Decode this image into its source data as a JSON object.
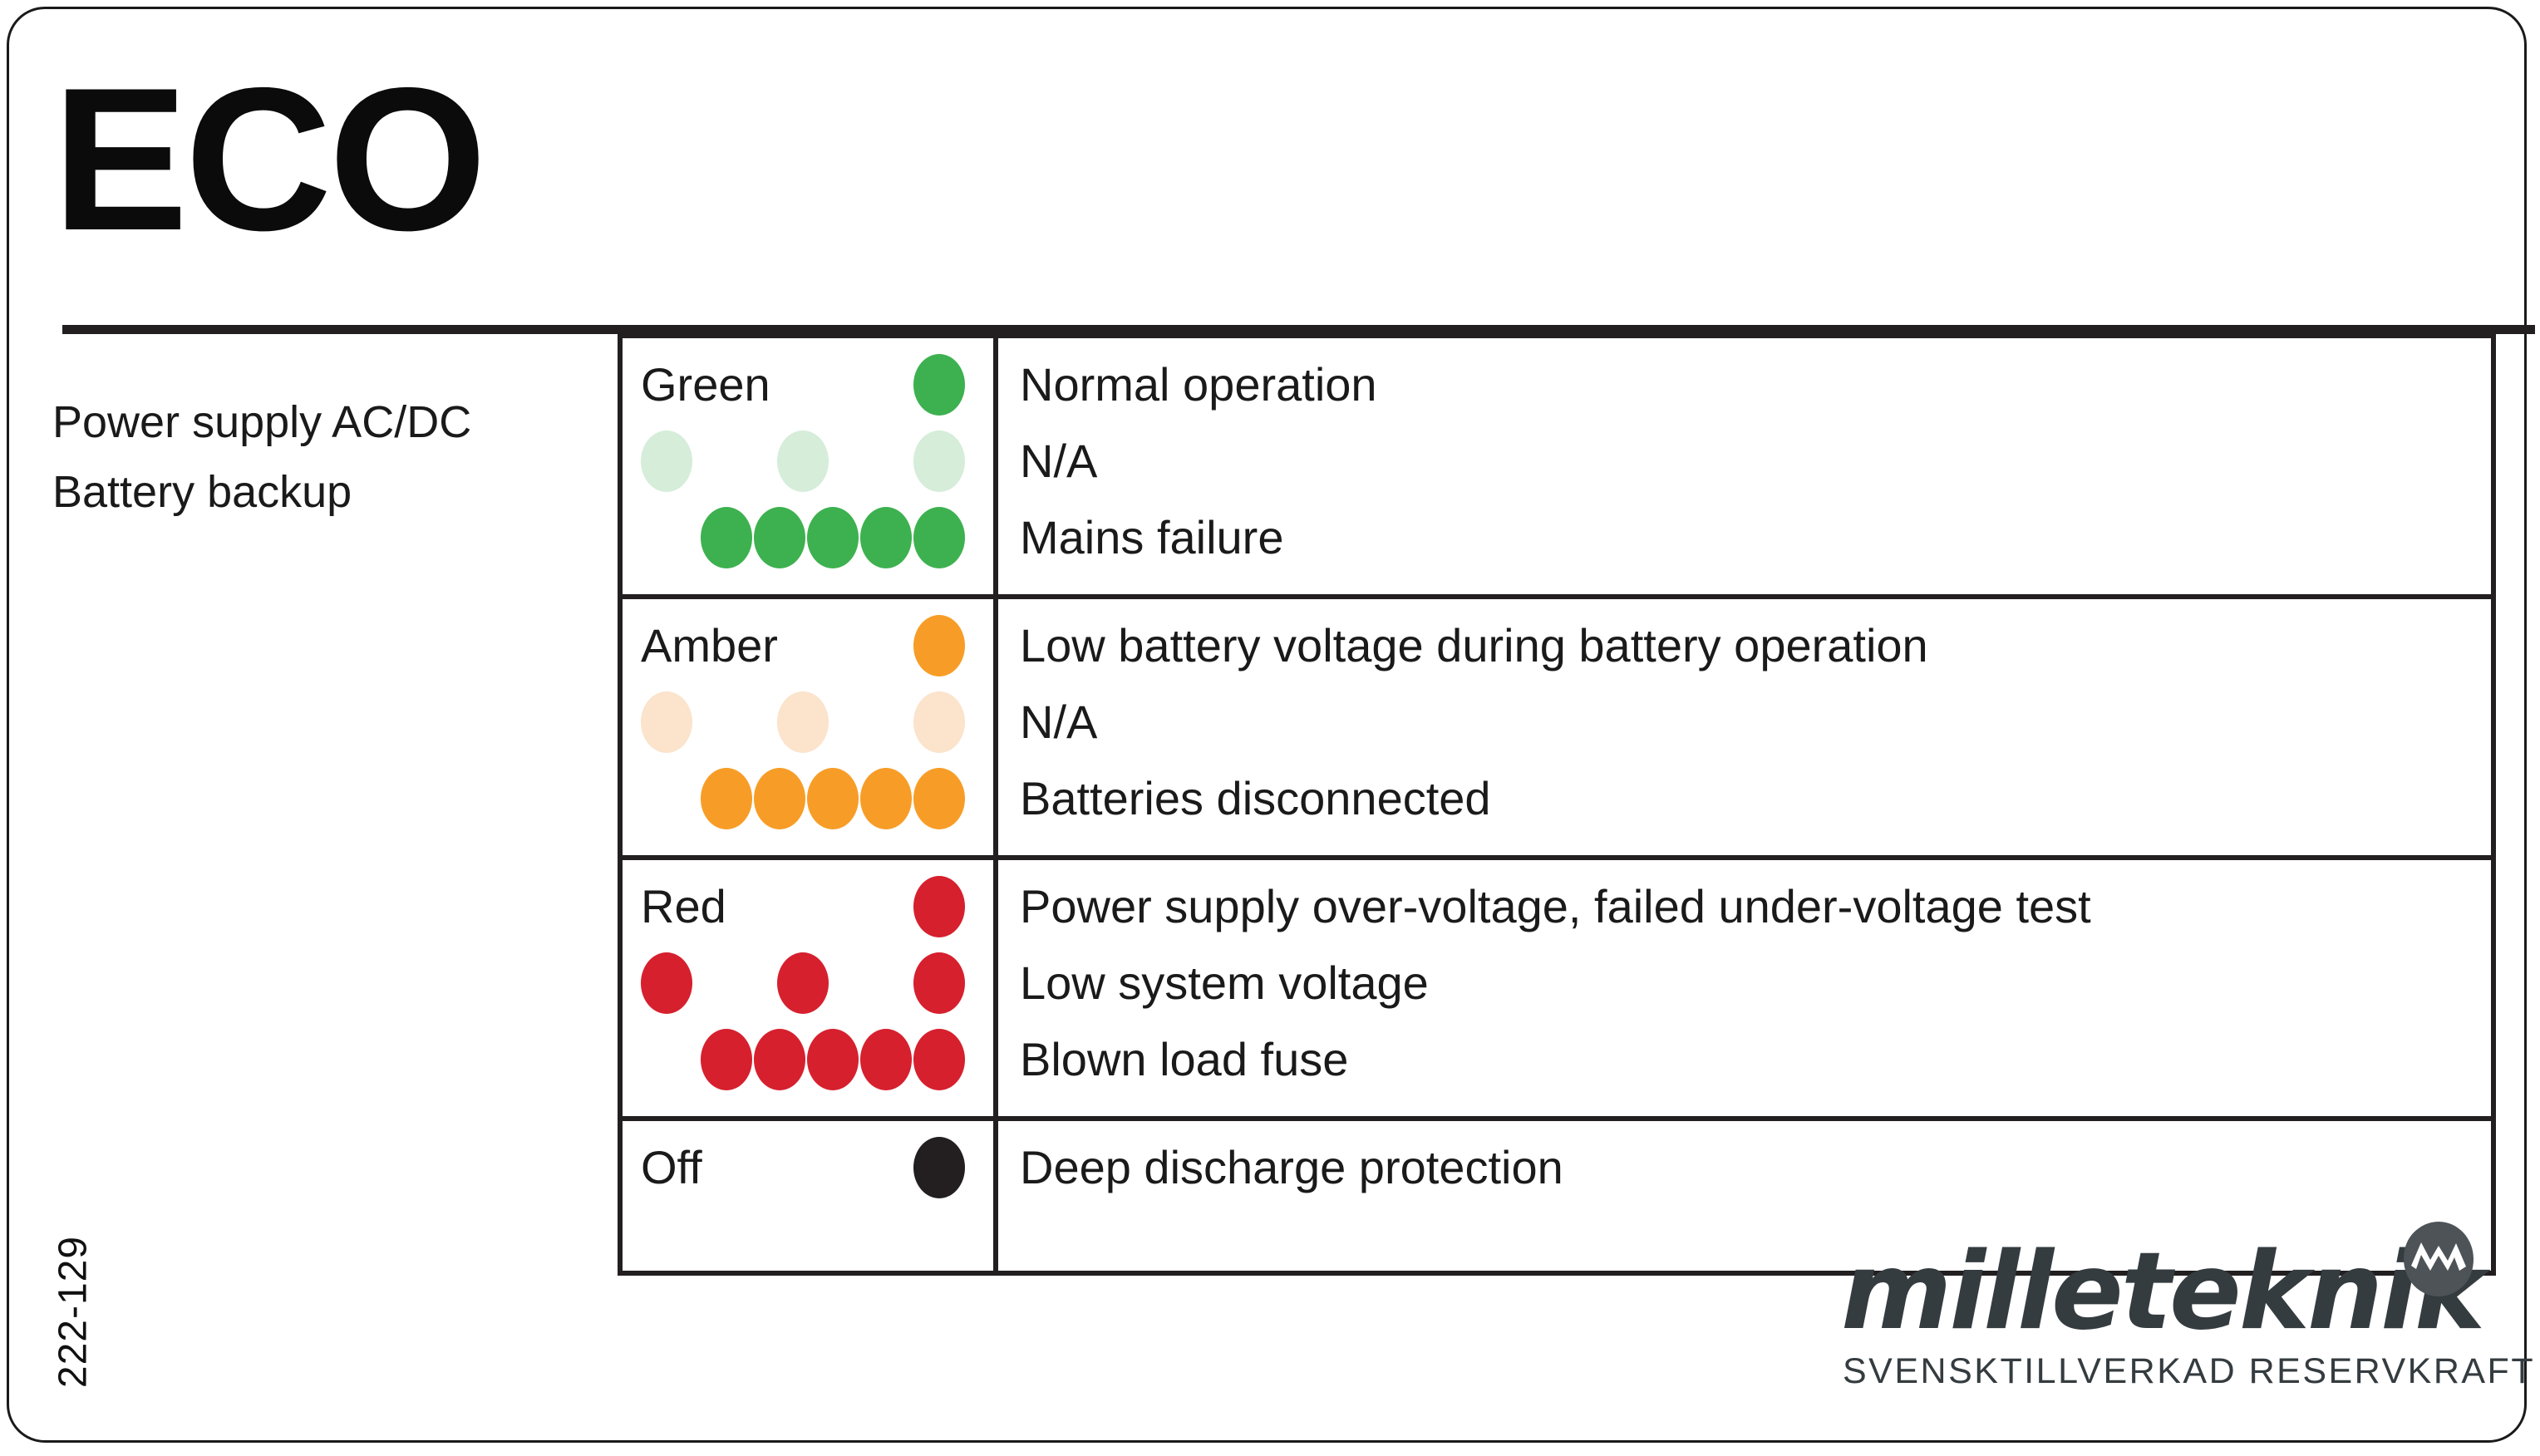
{
  "card": {
    "title": "ECO",
    "subtitle_lines": [
      "Power supply AC/DC",
      "Battery backup"
    ],
    "article_number": "222-129"
  },
  "colors": {
    "green": "#3DB14F",
    "green_pale": "#D5EDD9",
    "amber": "#F79D27",
    "amber_pale": "#FBE3CC",
    "red": "#D6202E",
    "black": "#231F20",
    "brand": "#353C40"
  },
  "status_table": {
    "groups": [
      {
        "color_name": "Green",
        "rows": [
          {
            "pattern": "single",
            "description": "Normal operation"
          },
          {
            "pattern": "triple-pale",
            "description": "N/A"
          },
          {
            "pattern": "five",
            "description": "Mains failure"
          }
        ]
      },
      {
        "color_name": "Amber",
        "rows": [
          {
            "pattern": "single",
            "description": "Low battery voltage during battery operation"
          },
          {
            "pattern": "triple-pale",
            "description": "N/A"
          },
          {
            "pattern": "five",
            "description": "Batteries disconnected"
          }
        ]
      },
      {
        "color_name": "Red",
        "rows": [
          {
            "pattern": "single",
            "description": "Power supply over-voltage, failed under-voltage test"
          },
          {
            "pattern": "triple",
            "description": "Low system voltage"
          },
          {
            "pattern": "five",
            "description": "Blown load fuse"
          }
        ]
      },
      {
        "color_name": "Off",
        "rows": [
          {
            "pattern": "single",
            "description": "Deep discharge protection"
          }
        ]
      }
    ]
  },
  "brand": {
    "wordmark": "milleteknik",
    "tagline": "SVENSKTILLVERKAD RESERVKRAFT",
    "badge_icon": "lightning-m-badge-icon"
  }
}
